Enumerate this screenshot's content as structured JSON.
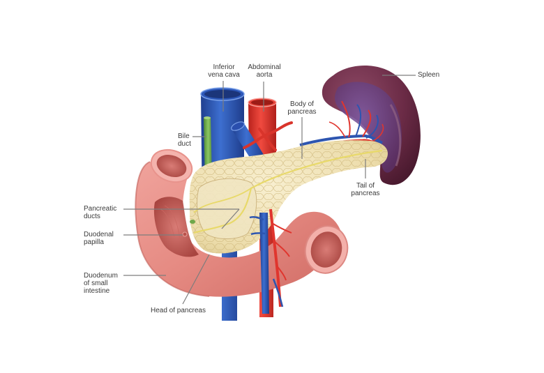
{
  "figure": {
    "subject": "Pancreas and related abdominal anatomy",
    "colors": {
      "background": "#ffffff",
      "vein": "#2d55b0",
      "artery": "#e0352e",
      "bile_duct": "#6fa84a",
      "pancreas": "#efe2b8",
      "pancreatic_duct": "#e8d96a",
      "duodenum": "#e58c85",
      "spleen": "#6c2a44",
      "label_text": "#3a3a3a",
      "leader_line": "#7d7d7d"
    }
  },
  "labels": {
    "inferior_vena_cava": "Inferior\nvena cava",
    "abdominal_aorta": "Abdominal\naorta",
    "spleen": "Spleen",
    "body_of_pancreas": "Body of\npancreas",
    "bile_duct": "Bile\nduct",
    "tail_of_pancreas": "Tail of\npancreas",
    "pancreatic_ducts": "Pancreatic\nducts",
    "duodenal_papilla": "Duodenal\npapilla",
    "duodenum": "Duodenum\nof small\nintestine",
    "head_of_pancreas": "Head of pancreas"
  }
}
